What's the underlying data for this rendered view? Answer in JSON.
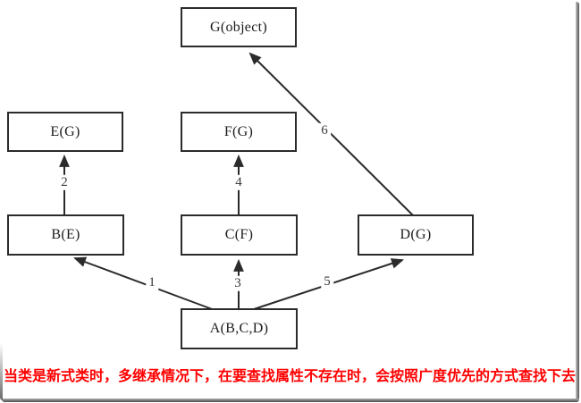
{
  "diagram": {
    "title": "class-inheritance-mro-diagram",
    "nodes": [
      {
        "id": "G",
        "label": "G(object)"
      },
      {
        "id": "E",
        "label": "E(G)"
      },
      {
        "id": "F",
        "label": "F(G)"
      },
      {
        "id": "B",
        "label": "B(E)"
      },
      {
        "id": "C",
        "label": "C(F)"
      },
      {
        "id": "D",
        "label": "D(G)"
      },
      {
        "id": "A",
        "label": "A(B,C,D)"
      }
    ],
    "edges": [
      {
        "order": "1",
        "from": "A",
        "to": "B"
      },
      {
        "order": "2",
        "from": "B",
        "to": "E"
      },
      {
        "order": "3",
        "from": "A",
        "to": "C"
      },
      {
        "order": "4",
        "from": "C",
        "to": "F"
      },
      {
        "order": "5",
        "from": "A",
        "to": "D"
      },
      {
        "order": "6",
        "from": "D",
        "to": "G"
      }
    ]
  },
  "caption": {
    "text": "当类是新式类时，多继承情况下，在要查找属性不存在时，会按照广度优先的方式查找下去",
    "color": "#ff0000"
  },
  "colors": {
    "line": "#2b2b2b",
    "box_border": "#2b2b2b",
    "background": "#ffffff",
    "shadow_border": "#545454"
  }
}
